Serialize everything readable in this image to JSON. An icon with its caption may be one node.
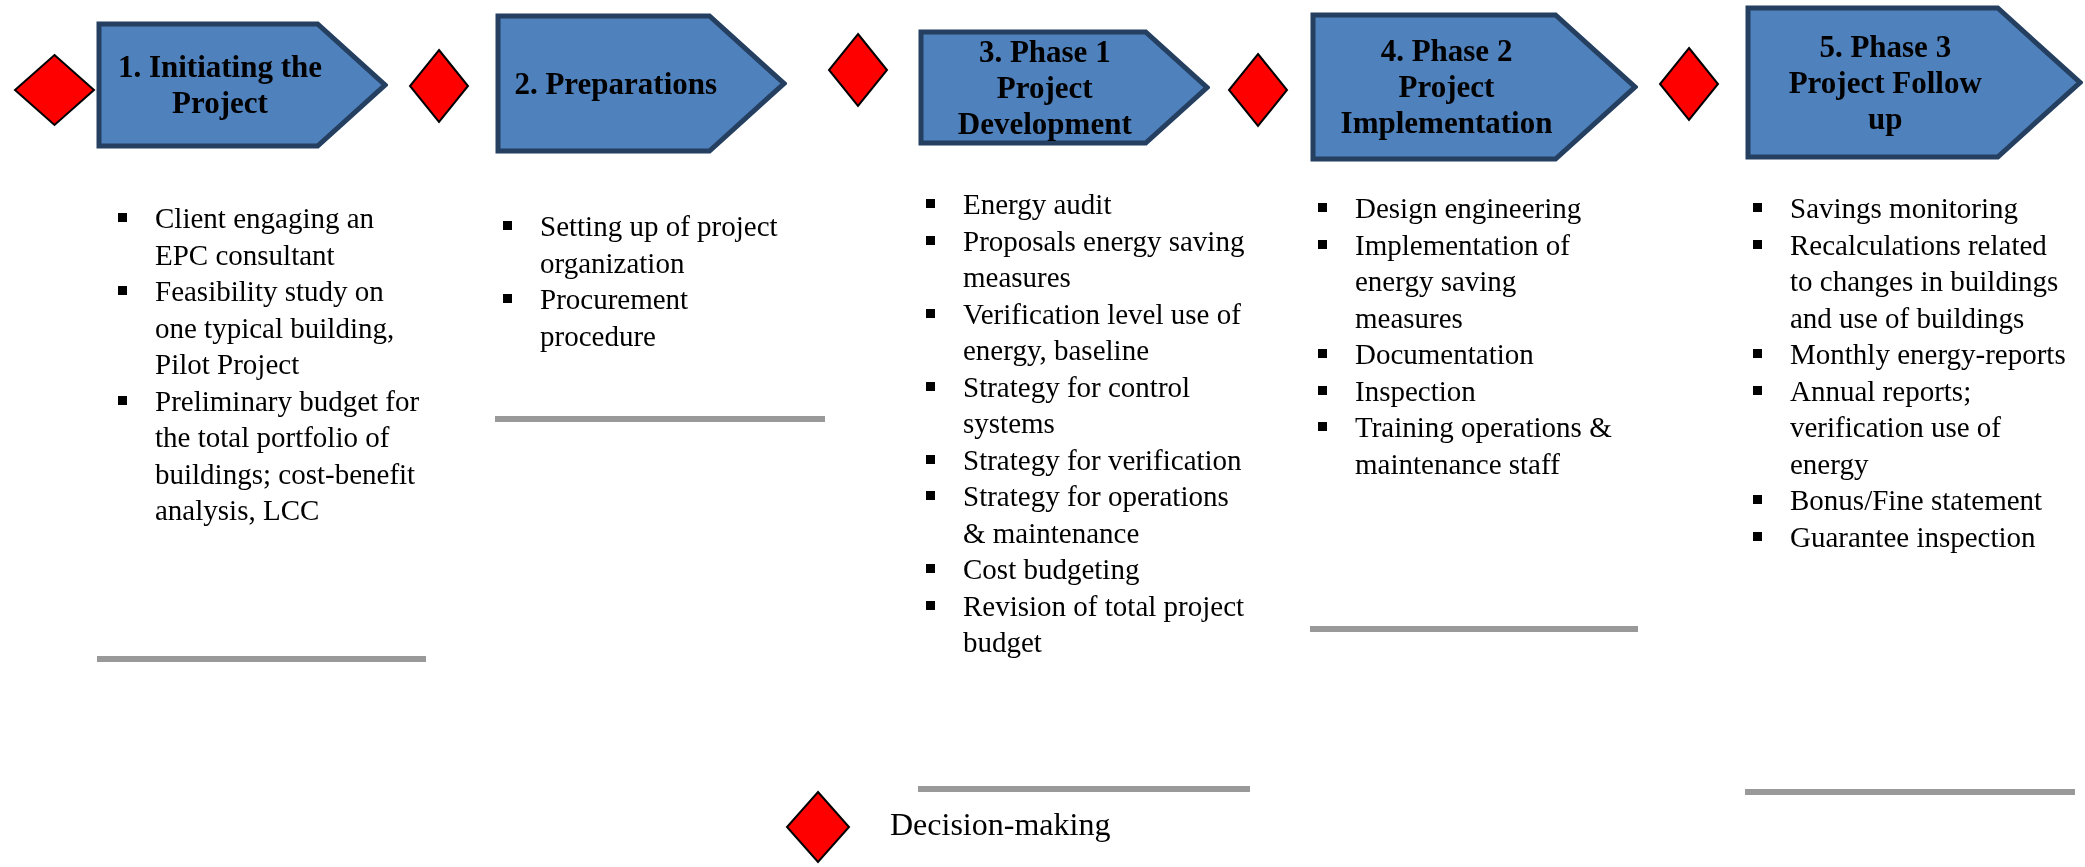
{
  "diagram": {
    "nodes": [
      {
        "text": [],
        "shape": "diamond"
      },
      {
        "text": [
          "1. Initiating the Project"
        ],
        "beside": [
          "Client engaging  an EPC consultant",
          "Feasibility study on one typical building, Pilot Project",
          "Preliminary budget for the  total portfolio of buildings; cost-benefit analysis, LCC"
        ]
      },
      {
        "text": [],
        "shape": "diamond"
      },
      {
        "text": [
          "2. Preparations"
        ],
        "beside": [
          "Setting up of project organization",
          "Procurement procedure"
        ]
      },
      {
        "text": [],
        "shape": "diamond"
      },
      {
        "text": [
          "3. Phase 1 Project Development"
        ],
        "beside": [
          "Energy audit",
          "Proposals energy saving measures",
          "Verification level use of energy, baseline",
          "Strategy for control systems",
          "Strategy for verification",
          "Strategy  for operations & maintenance",
          "Cost budgeting",
          "Revision of total project budget"
        ]
      },
      {
        "text": [],
        "shape": "diamond"
      },
      {
        "text": [
          "4. Phase 2 Project Implementation"
        ],
        "beside": [
          "Design engineering",
          "Implementation of energy saving measures",
          "Documentation",
          "Inspection",
          "Training operations & maintenance staff"
        ]
      },
      {
        "text": [],
        "shape": "diamond"
      },
      {
        "text": [
          "5. Phase 3 Project Follow up"
        ],
        "beside": [
          "Savings monitoring",
          "Recalculations related to changes in buildings and use of buildings",
          "Monthly energy-reports",
          "Annual reports; verification use of energy",
          "Bonus/Fine statement",
          "Guarantee inspection"
        ]
      }
    ],
    "legend": [
      {
        "text": "Decision-making"
      }
    ]
  }
}
